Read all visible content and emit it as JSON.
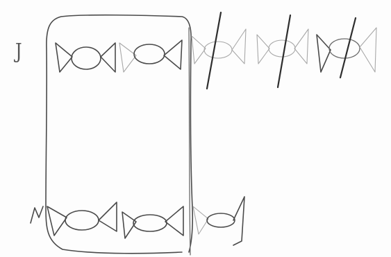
{
  "sketch": {
    "row_label": "J",
    "colors": {
      "paper": "#fdfdfd",
      "ink_dark": "#4a4a4a",
      "ink_mid": "#6a6a6a",
      "ink_light": "#a8a8a8",
      "ink_slash": "#2e2e2e"
    },
    "top_row": {
      "candy_count": 5,
      "crossed_out_count": 3
    },
    "bottom_row": {
      "candy_count": 3
    }
  }
}
